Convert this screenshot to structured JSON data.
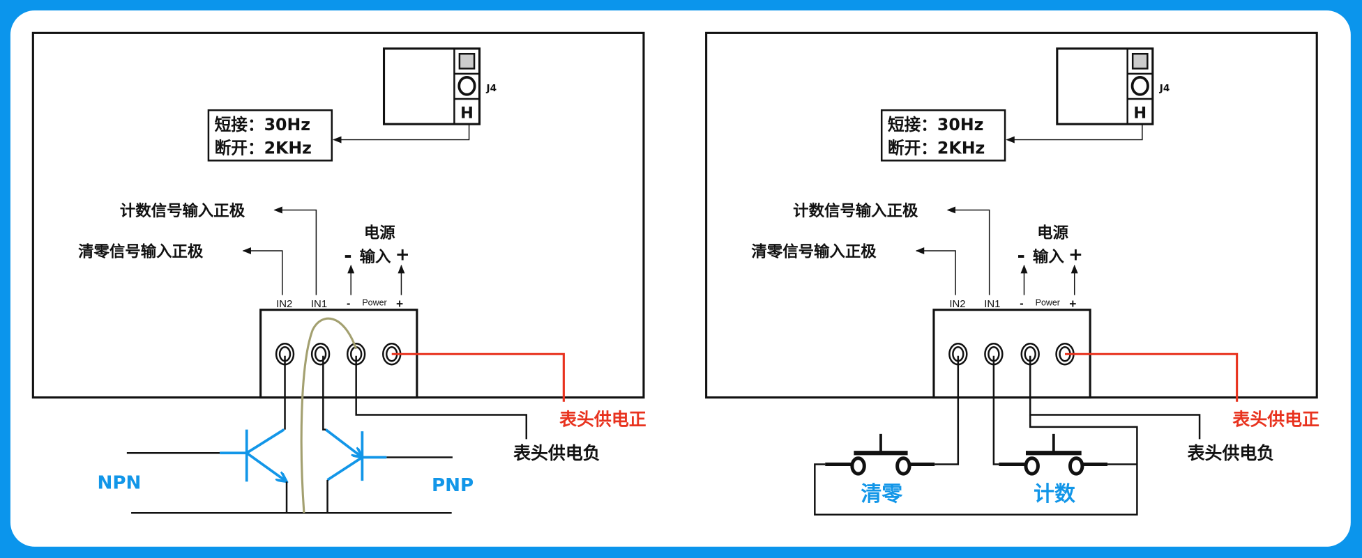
{
  "colors": {
    "frame": "#0b95ec",
    "signal_blue": "#1296e8",
    "supply_red": "#e8321e",
    "jumper_olive": "#a3a070"
  },
  "panels": [
    {
      "jumper_short": "短接：30Hz",
      "jumper_open": "断开：2KHz",
      "component_label": "J4",
      "jumper_pin": "H",
      "count_input": "计数信号输入正极",
      "clear_input": "清零信号输入正极",
      "power_title": "电源",
      "power_minus": "-",
      "power_input": "输入",
      "power_plus": "+",
      "terminals": {
        "in2": "IN2",
        "in1": "IN1",
        "minus": "-",
        "power": "Power",
        "plus": "+"
      },
      "supply_positive": "表头供电正",
      "supply_negative": "表头供电负",
      "npn": "NPN",
      "pnp": "PNP"
    },
    {
      "jumper_short": "短接：30Hz",
      "jumper_open": "断开：2KHz",
      "component_label": "J4",
      "jumper_pin": "H",
      "count_input": "计数信号输入正极",
      "clear_input": "清零信号输入正极",
      "power_title": "电源",
      "power_minus": "-",
      "power_input": "输入",
      "power_plus": "+",
      "terminals": {
        "in2": "IN2",
        "in1": "IN1",
        "minus": "-",
        "power": "Power",
        "plus": "+"
      },
      "supply_positive": "表头供电正",
      "supply_negative": "表头供电负",
      "clear_button": "清零",
      "count_button": "计数"
    }
  ]
}
